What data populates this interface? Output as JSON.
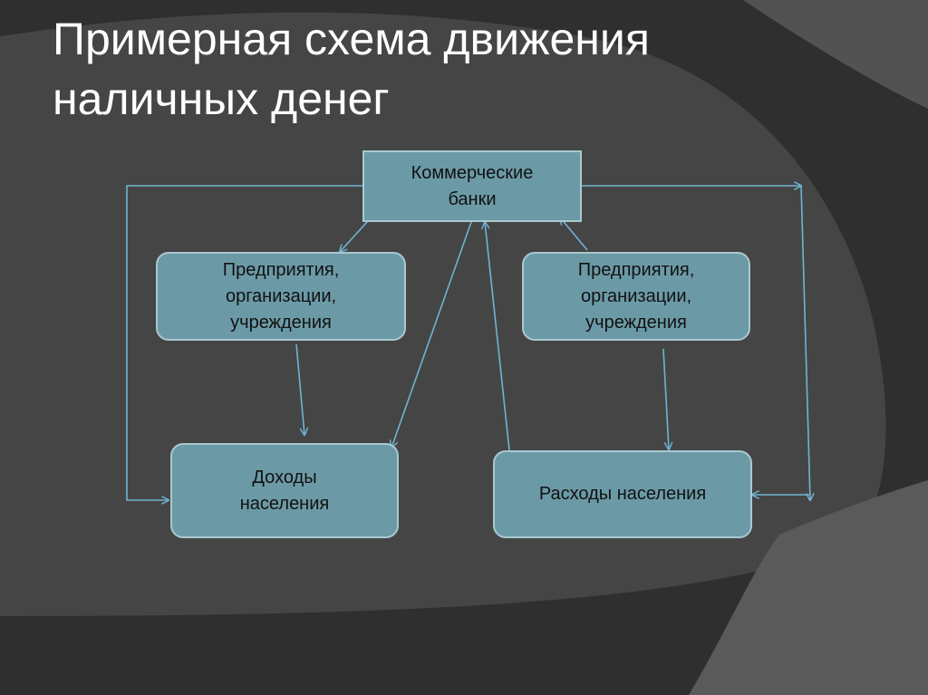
{
  "slide": {
    "title_lines": [
      "Примерная схема движения",
      "наличных денег"
    ]
  },
  "nodes": {
    "banks": {
      "lines": [
        "Коммерческие",
        "банки"
      ]
    },
    "enterprises_left": {
      "lines": [
        "Предприятия,",
        "организации,",
        "учреждения"
      ]
    },
    "enterprises_right": {
      "lines": [
        "Предприятия,",
        "организации,",
        "учреждения"
      ]
    },
    "income": {
      "lines": [
        "Доходы",
        "населения"
      ]
    },
    "expenses": {
      "lines": [
        "Расходы населения"
      ]
    }
  },
  "colors": {
    "background": "#2f2f2f",
    "background_band": "#454545",
    "box_fill": "#6b9aa6",
    "box_border": "#a9c8d0",
    "connector": "#6fb3d2",
    "title_text": "#ffffff"
  }
}
